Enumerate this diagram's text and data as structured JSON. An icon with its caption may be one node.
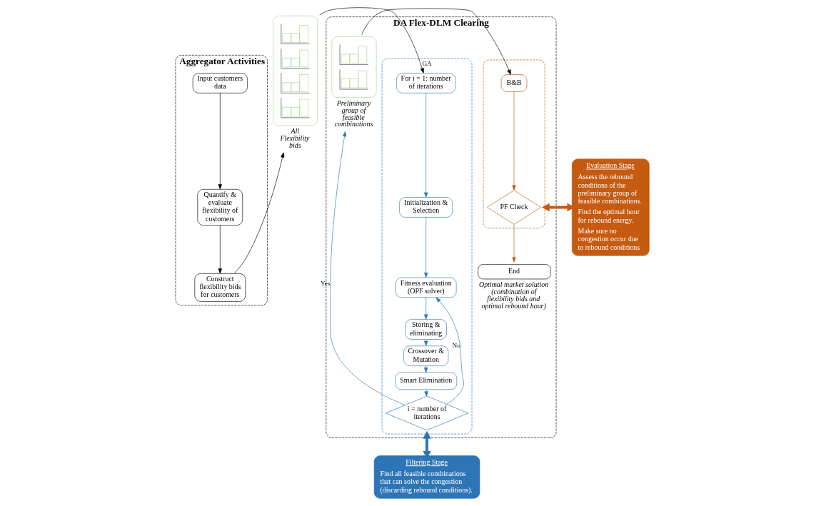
{
  "diagram": {
    "nodes": [
      {
        "text": [
          "Aggregator Activities"
        ]
      },
      {
        "text": [
          "Input customers data"
        ],
        "in": 0
      },
      {
        "text": [
          "Quantify & evaluate flexibility of customers"
        ],
        "in": 0
      },
      {
        "text": [
          "Construct flexibility bids for customers"
        ],
        "in": 0
      },
      {
        "text": [],
        "shape": "picture",
        "beside": [
          "All Flexibility bids"
        ]
      },
      {
        "text": [
          "DA Flex-DLM Clearing"
        ]
      },
      {
        "text": [
          "GA"
        ],
        "in": 5
      },
      {
        "text": [
          "For i = 1: number of iterations"
        ],
        "in": 6
      },
      {
        "text": [
          "Initialization & Selection"
        ],
        "in": 6
      },
      {
        "text": [
          "Fitness evaluation (OPF solver)"
        ],
        "in": 6
      },
      {
        "text": [
          "Storing & eliminating"
        ],
        "in": 6
      },
      {
        "text": [
          "Crossover & Mutation"
        ],
        "in": 6
      },
      {
        "text": [
          "Smart Elimination"
        ],
        "in": 6
      },
      {
        "text": [
          "i = number of iterations"
        ],
        "in": 6
      },
      {
        "text": [],
        "shape": "picture",
        "in": 5,
        "beside": [
          "Preliminary group of feasible combinations"
        ]
      },
      {
        "text": [],
        "shape": "box",
        "in": 5
      },
      {
        "text": [
          "B&B"
        ],
        "in": 15
      },
      {
        "text": [
          "PF Check"
        ],
        "in": 15
      },
      {
        "text": [
          "End"
        ],
        "in": 5,
        "beside": [
          "Optimal market solution (combination of flexibility bids and optimal rebound hour)"
        ]
      },
      {
        "text": [
          "Evaluation Stage",
          "Assess the rebound conditions of the preliminary group of feasible combinations.",
          "Find the optimal hour for rebound energy.",
          "Make sure no congestion occur due to rebound conditions"
        ]
      },
      {
        "text": [
          "Filtering Stage",
          "Find all feasible combinations that can solve the congestion (discarding rebound conditions)."
        ]
      }
    ],
    "edges": [
      {
        "from": 1,
        "to": 2,
        "arrow": "to",
        "color": "#000000"
      },
      {
        "from": 2,
        "to": 3,
        "arrow": "to",
        "color": "#000000"
      },
      {
        "from": 3,
        "to": 4,
        "arrow": "to",
        "color": "#000000"
      },
      {
        "from": 4,
        "to": 7,
        "arrow": "to",
        "color": "#000000"
      },
      {
        "from": 7,
        "to": 8,
        "arrow": "to",
        "color": "#2e75b6"
      },
      {
        "from": 8,
        "to": 9,
        "arrow": "to",
        "color": "#2e75b6"
      },
      {
        "from": 9,
        "to": 10,
        "arrow": "to",
        "color": "#2e75b6"
      },
      {
        "from": 10,
        "to": 11,
        "arrow": "to",
        "color": "#2e75b6"
      },
      {
        "from": 11,
        "to": 12,
        "arrow": "to",
        "color": "#2e75b6"
      },
      {
        "from": 12,
        "to": 13,
        "arrow": "to",
        "color": "#2e75b6"
      },
      {
        "from": 13,
        "to": 9,
        "arrow": "to",
        "label": "No",
        "color": "#2e75b6"
      },
      {
        "from": 13,
        "to": 14,
        "arrow": "to",
        "label": "Yes",
        "color": "#2e75b6"
      },
      {
        "from": 14,
        "to": 16,
        "arrow": "to",
        "color": "#000000"
      },
      {
        "from": 16,
        "to": 17,
        "arrow": "to",
        "color": "#c55a11"
      },
      {
        "from": 17,
        "to": 18,
        "arrow": "to",
        "color": "#c55a11"
      },
      {
        "from": 15,
        "to": 19,
        "arrow": "both",
        "style": "thick",
        "color": "#c55a11"
      },
      {
        "from": 6,
        "to": 20,
        "arrow": "both",
        "style": "thick",
        "color": "#2e75b6"
      }
    ]
  }
}
